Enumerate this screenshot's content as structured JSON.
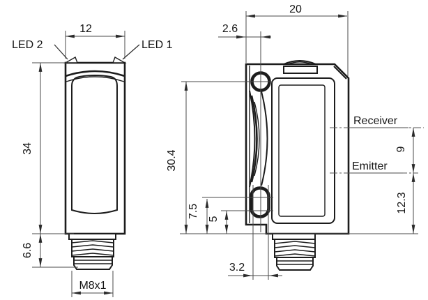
{
  "drawing": {
    "type": "sensor-dimensional-drawing",
    "units_shown": false,
    "colors": {
      "line": "#1c1c1c",
      "dimension_line": "#4a4a4a",
      "background": "#ffffff"
    },
    "front_view": {
      "dim_width": "12",
      "dim_body_height": "34",
      "dim_connector_length": "6.6",
      "thread_label": "M8x1",
      "led1_label": "LED 1",
      "led2_label": "LED 2"
    },
    "side_view": {
      "dim_depth": "20",
      "dim_hole_center_offset": "2.6",
      "dim_hole_center_to_bottom": "30.4",
      "dim_slot_upper_center": "7.5",
      "dim_slot_lower_center": "5",
      "dim_slot_width": "3.2",
      "dim_receiver_to_emitter": "9",
      "dim_emitter_to_bottom": "12.3",
      "receiver_label": "Receiver",
      "emitter_label": "Emitter"
    }
  }
}
